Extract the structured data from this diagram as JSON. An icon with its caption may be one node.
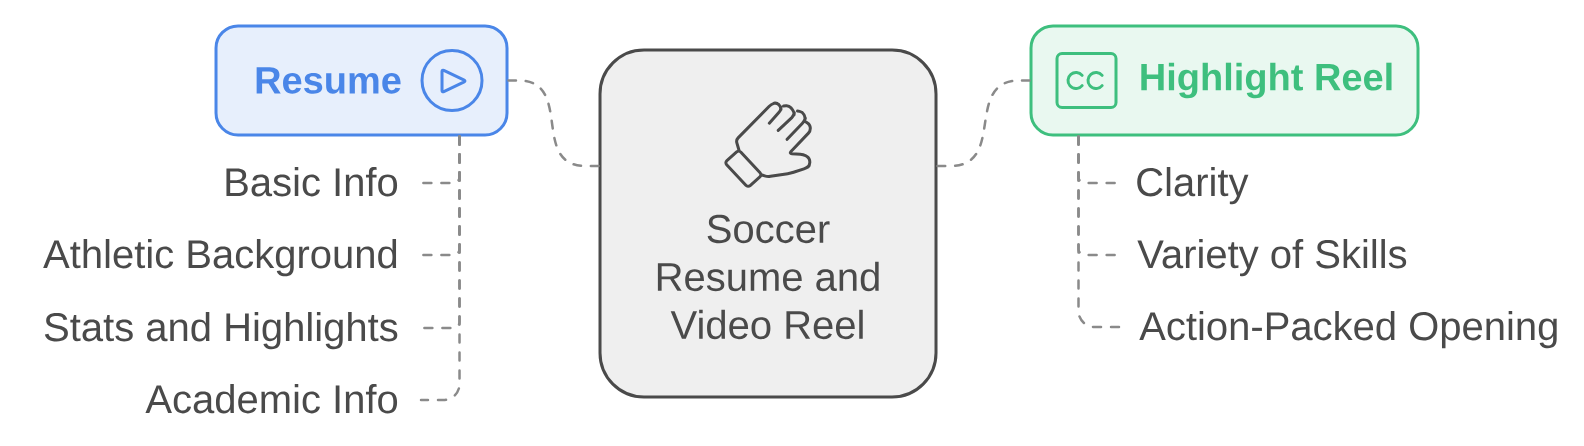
{
  "diagram": {
    "nodes": [
      {
        "text": [
          "Resume"
        ]
      },
      {
        "text": [
          "Basic Info"
        ]
      },
      {
        "text": [
          "Athletic Background"
        ]
      },
      {
        "text": [
          "Stats and Highlights"
        ]
      },
      {
        "text": [
          "Academic Info"
        ]
      },
      {
        "text": [
          "Soccer Resume and Video Reel"
        ]
      },
      {
        "text": [
          "Highlight Reel"
        ]
      },
      {
        "text": [
          "Clarity"
        ]
      },
      {
        "text": [
          "Variety of Skills"
        ]
      },
      {
        "text": [
          "Action-Packed Opening"
        ]
      }
    ],
    "edges": [
      {
        "from": 5,
        "to": 0,
        "arrow": "none",
        "style": "dashed"
      },
      {
        "from": 0,
        "to": 1,
        "arrow": "none",
        "style": "dashed"
      },
      {
        "from": 0,
        "to": 2,
        "arrow": "none",
        "style": "dashed"
      },
      {
        "from": 0,
        "to": 3,
        "arrow": "none",
        "style": "dashed"
      },
      {
        "from": 0,
        "to": 4,
        "arrow": "none",
        "style": "dashed"
      },
      {
        "from": 5,
        "to": 6,
        "arrow": "none",
        "style": "dashed"
      },
      {
        "from": 6,
        "to": 7,
        "arrow": "none",
        "style": "dashed"
      },
      {
        "from": 6,
        "to": 8,
        "arrow": "none",
        "style": "dashed"
      },
      {
        "from": 6,
        "to": 9,
        "arrow": "none",
        "style": "dashed"
      }
    ]
  }
}
